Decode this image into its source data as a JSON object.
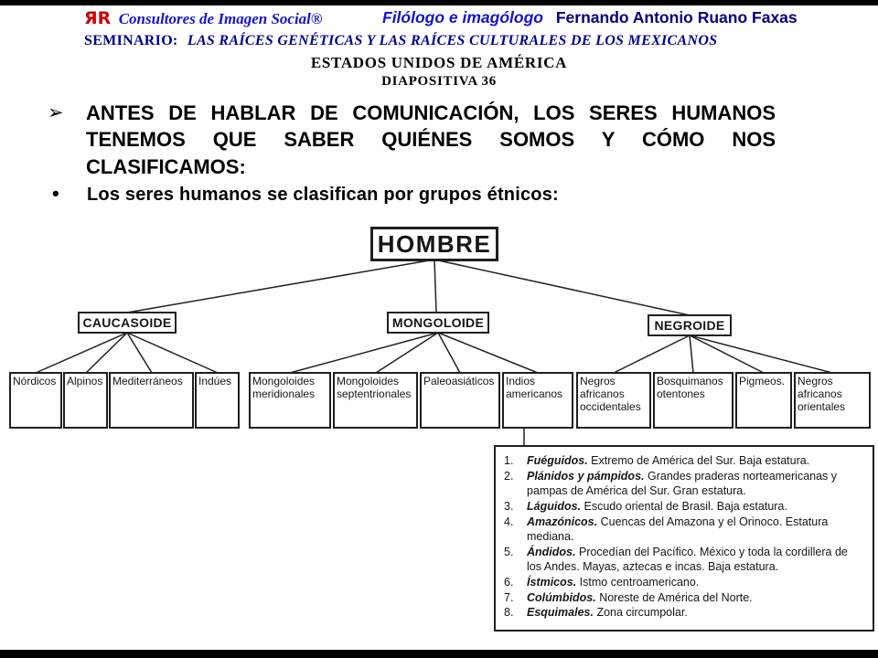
{
  "header": {
    "logo_mark": "ЯR",
    "logo_name": "Consultores de Imagen Social®",
    "author_role": "Filólogo e imagólogo",
    "author_name": "Fernando Antonio Ruano Faxas",
    "seminar_label": "SEMINARIO:",
    "seminar_title": "LAS RAÍCES GENÉTICAS Y LAS RAÍCES CULTURALES DE LOS MEXICANOS",
    "country_line": "ESTADOS UNIDOS DE AMÉRICA",
    "slide_line": "DIAPOSITIVA 36"
  },
  "bullets": {
    "arrow_marker": "➢",
    "arrow_text": "ANTES DE HABLAR DE COMUNICACIÓN, LOS SERES HUMANOS TENEMOS QUE SABER QUIÉNES SOMOS Y CÓMO NOS CLASIFICAMOS:",
    "dot_marker": "•",
    "dot_text": "Los seres humanos se clasifican por grupos étnicos:"
  },
  "diagram": {
    "root": {
      "label": "HOMBRE"
    },
    "categories": [
      {
        "label": "CAUCASOIDE"
      },
      {
        "label": "MONGOLOIDE"
      },
      {
        "label": "NEGROIDE"
      }
    ],
    "leaves": [
      {
        "label": "Nórdicos",
        "parent": "CAUCASOIDE"
      },
      {
        "label": "Alpinos",
        "parent": "CAUCASOIDE"
      },
      {
        "label": "Mediterráneos",
        "parent": "CAUCASOIDE"
      },
      {
        "label": "Indúes",
        "parent": "CAUCASOIDE"
      },
      {
        "label": "Mongoloides meridionales",
        "parent": "MONGOLOIDE"
      },
      {
        "label": "Mongoloides septentrionales",
        "parent": "MONGOLOIDE"
      },
      {
        "label": "Paleoasiáticos",
        "parent": "MONGOLOIDE"
      },
      {
        "label": "Indios americanos",
        "parent": "MONGOLOIDE"
      },
      {
        "label": "Negros africanos occidentales",
        "parent": "NEGROIDE"
      },
      {
        "label": "Bosquimanos otentones",
        "parent": "NEGROIDE"
      },
      {
        "label": "Pigmeos.",
        "parent": "NEGROIDE"
      },
      {
        "label": "Negros africanos orientales",
        "parent": "NEGROIDE"
      }
    ],
    "notes": [
      {
        "num": "1.",
        "term": "Fuéguidos.",
        "desc": "Extremo de América del Sur. Baja estatura."
      },
      {
        "num": "2.",
        "term": "Plánidos y pámpidos.",
        "desc": "Grandes praderas norteamericanas y pampas de América del Sur. Gran estatura."
      },
      {
        "num": "3.",
        "term": "Láguidos.",
        "desc": "Escudo oriental de Brasil. Baja estatura."
      },
      {
        "num": "4.",
        "term": "Amazónicos.",
        "desc": "Cuencas del Amazona y el Orinoco. Estatura mediana."
      },
      {
        "num": "5.",
        "term": "Ándidos.",
        "desc": "Procedían del Pacífico. México y toda la cordillera de los Andes. Mayas, aztecas e incas. Baja estatura."
      },
      {
        "num": "6.",
        "term": "Ístmicos.",
        "desc": "Istmo centroamericano."
      },
      {
        "num": "7.",
        "term": "Colúmbidos.",
        "desc": "Noreste de América del Norte."
      },
      {
        "num": "8.",
        "term": "Esquimales.",
        "desc": "Zona circumpolar."
      }
    ]
  },
  "colors": {
    "logo_red": "#cc0000",
    "brand_blue": "#1414cc",
    "navy": "#000080",
    "seminar_navy": "#00008b"
  }
}
